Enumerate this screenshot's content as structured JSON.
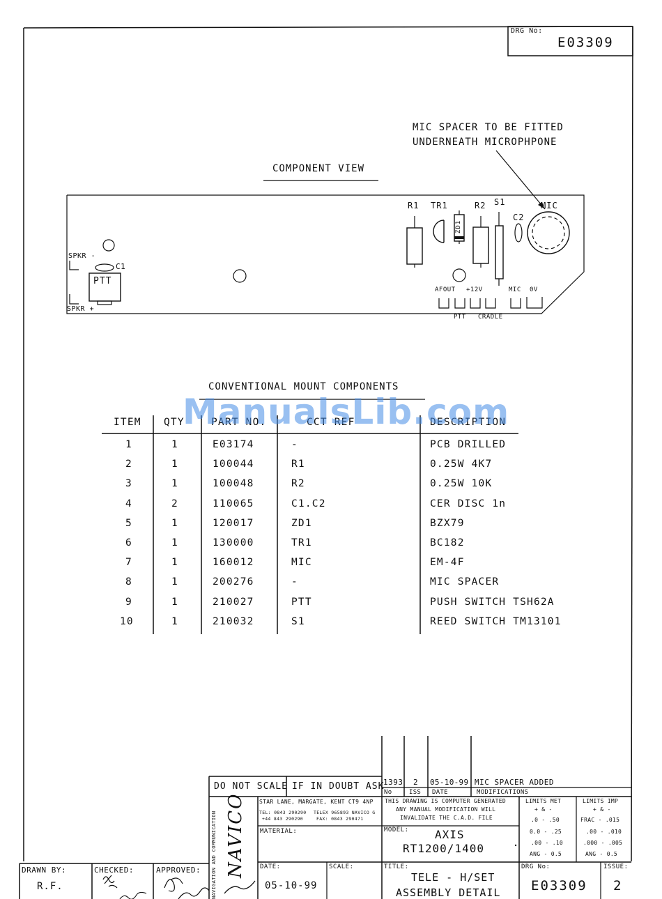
{
  "drawing_number_box": {
    "label": "DRG No:",
    "value": "E03309"
  },
  "note": {
    "line1": "MIC SPACER TO BE FITTED",
    "line2": "UNDERNEATH MICROPHPONE"
  },
  "component_view_title": "COMPONENT VIEW",
  "pcb": {
    "labels": {
      "spkr_minus": "SPKR -",
      "spkr_plus": "SPKR +",
      "c1": "C1",
      "ptt": "PTT",
      "r1": "R1",
      "tr1": "TR1",
      "zd1": "ZD1",
      "r2": "R2",
      "s1": "S1",
      "c2": "C2",
      "mic": "MIC",
      "afout": "AFOUT",
      "plus12v": "+12V",
      "mic_pin": "MIC",
      "zero_v": "0V",
      "ptt_pin": "PTT",
      "cradle": "CRADLE"
    }
  },
  "table": {
    "title": "CONVENTIONAL MOUNT COMPONENTS",
    "headers": [
      "ITEM",
      "QTY",
      "PART NO.",
      "CCT REF",
      "DESCRIPTION"
    ],
    "rows": [
      [
        "1",
        "1",
        "E03174",
        "-",
        "PCB DRILLED"
      ],
      [
        "2",
        "1",
        "100044",
        "R1",
        "0.25W 4K7"
      ],
      [
        "3",
        "1",
        "100048",
        "R2",
        "0.25W 10K"
      ],
      [
        "4",
        "2",
        "110065",
        "C1.C2",
        "CER DISC 1n"
      ],
      [
        "5",
        "1",
        "120017",
        "ZD1",
        "BZX79"
      ],
      [
        "6",
        "1",
        "130000",
        "TR1",
        "BC182"
      ],
      [
        "7",
        "1",
        "160012",
        "MIC",
        "EM-4F"
      ],
      [
        "8",
        "1",
        "200276",
        "-",
        "MIC SPACER"
      ],
      [
        "9",
        "1",
        "210027",
        "PTT",
        "PUSH SWITCH TSH62A"
      ],
      [
        "10",
        "1",
        "210032",
        "S1",
        "REED SWITCH TM13101"
      ]
    ]
  },
  "watermark": "ManualsLib.com",
  "title_block": {
    "do_not_scale": "DO NOT SCALE",
    "if_in_doubt": "IF IN DOUBT ASK",
    "mod_no": "1393",
    "mod_iss": "2",
    "mod_date": "05-10-99",
    "mod_text": "MIC SPACER ADDED",
    "mod_hdr_no": "No",
    "mod_hdr_iss": "ISS",
    "mod_hdr_date": "DATE",
    "mod_hdr_mods": "MODIFICATIONS",
    "company_side": "NAVIGATION AND COMMUNICATION",
    "company_logo": "NAVICO",
    "address": "STAR LANE, MARGATE, KENT CT9 4NP",
    "tel_line1": "TEL: 0843 290290",
    "tel_line2": "+44 843 290290",
    "telex_line1": "TELEX 965893 NAVICO G",
    "telex_line2": "FAX: 0843 290471",
    "computer_note1": "THIS DRAWING IS COMPUTER GENERATED",
    "computer_note2": "ANY MANUAL MODIFICATION WILL",
    "computer_note3": "INVALIDATE THE C.A.D. FILE",
    "limits_met_title": "LIMITS MET",
    "limits_met_pm": "+ & -",
    "limits_met": [
      ".0 - .50",
      "0.0 - .25",
      ".00 - .10",
      "ANG - 0.5"
    ],
    "limits_imp_title": "LIMITS IMP",
    "limits_imp_pm": "+ & -",
    "limits_imp": [
      "FRAC - .015",
      ".00 - .010",
      ".000 - .005",
      "ANG - 0.5"
    ],
    "material_label": "MATERIAL:",
    "model_label": "MODEL:",
    "model_line1": "AXIS",
    "model_line2": "RT1200/1400",
    "drawn_by_label": "DRAWN BY:",
    "drawn_by": "R.F.",
    "checked_label": "CHECKED:",
    "approved_label": "APPROVED:",
    "date_label": "DATE:",
    "date": "05-10-99",
    "scale_label": "SCALE:",
    "title_label": "TITLE:",
    "title_line1": "TELE - H/SET",
    "title_line2": "ASSEMBLY DETAIL",
    "drg_label": "DRG No:",
    "drg_no": "E03309",
    "issue_label": "ISSUE:",
    "issue": "2"
  }
}
